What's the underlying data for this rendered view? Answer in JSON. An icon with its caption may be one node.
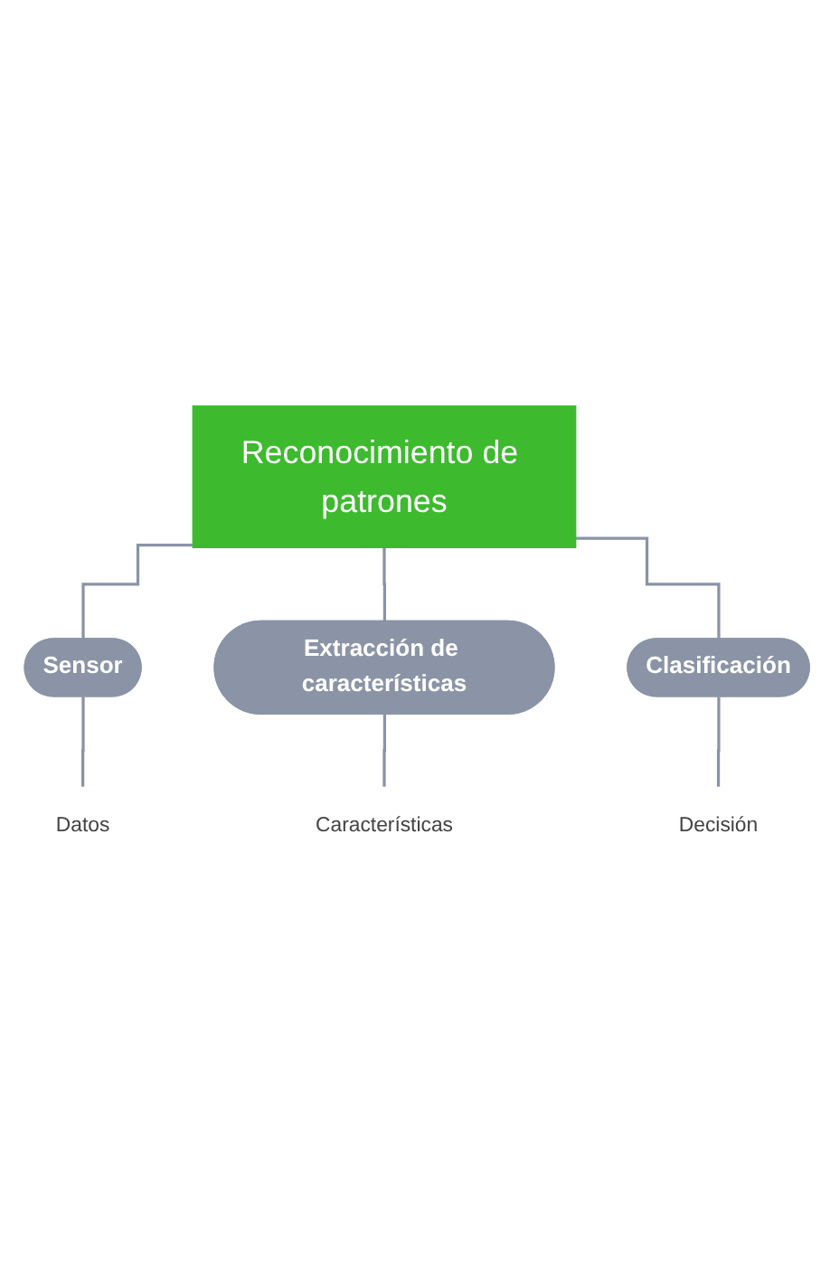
{
  "diagram": {
    "nodes": [
      {
        "text": [
          "Reconocimiento de patrones"
        ]
      },
      {
        "text": [
          "Sensor"
        ]
      },
      {
        "text": [
          "Datos"
        ]
      },
      {
        "text": [
          "Extracción de características"
        ]
      },
      {
        "text": [
          "Características"
        ]
      },
      {
        "text": [
          "Clasificación"
        ]
      },
      {
        "text": [
          "Decisión"
        ]
      }
    ],
    "edges": [
      {
        "from": 0,
        "to": 1,
        "arrow": "none"
      },
      {
        "from": 1,
        "to": 2,
        "arrow": "none"
      },
      {
        "from": 0,
        "to": 3,
        "arrow": "none"
      },
      {
        "from": 3,
        "to": 4,
        "arrow": "none"
      },
      {
        "from": 0,
        "to": 5,
        "arrow": "none"
      },
      {
        "from": 5,
        "to": 6,
        "arrow": "none"
      }
    ]
  }
}
